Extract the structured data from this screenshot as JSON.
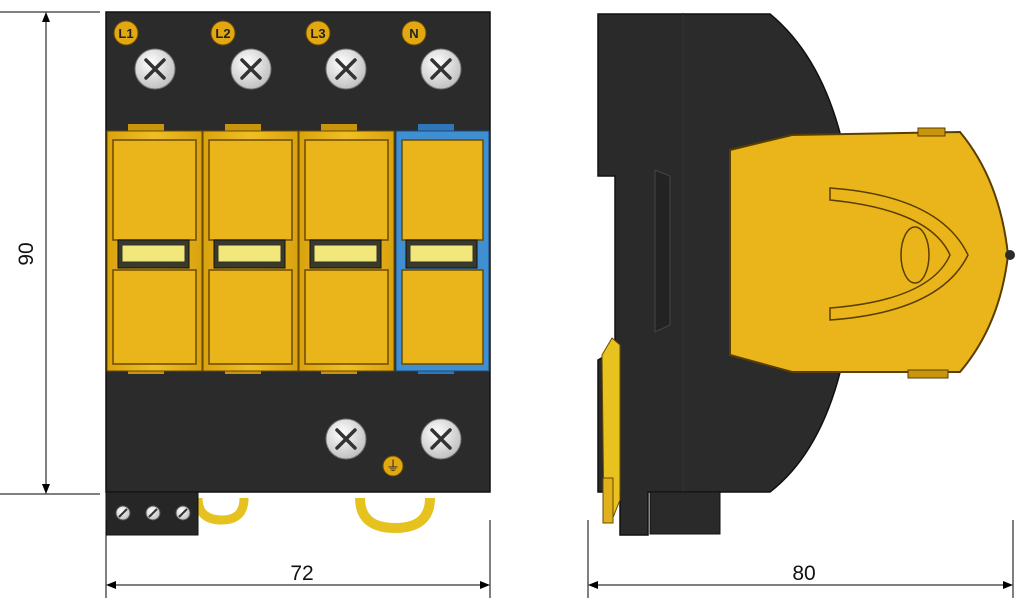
{
  "dimensions": {
    "height": "90",
    "front_width": "72",
    "side_width": "80"
  },
  "terminals": {
    "phases": [
      {
        "label": "L1"
      },
      {
        "label": "L2"
      },
      {
        "label": "L3"
      },
      {
        "label": "N"
      }
    ],
    "ground_symbol": "⏚"
  },
  "colors": {
    "body": "#2b2b2b",
    "module_yellow": "#e9b51a",
    "module_blue": "#3f8fd2",
    "indicator_window": "#f1e77a",
    "terminal_badge": "#e2a812",
    "screw": "#e4e4e4",
    "dimension_line": "#000000"
  }
}
